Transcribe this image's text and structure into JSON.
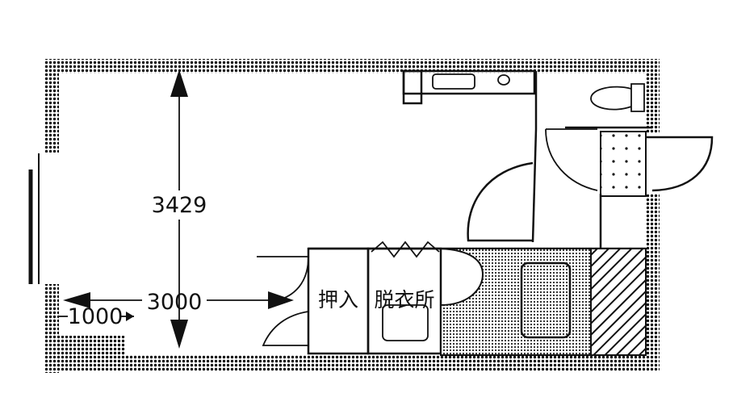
{
  "dimensions": {
    "depth": "3429",
    "width": "3000",
    "opening": "1000"
  },
  "labels": {
    "closet": "押入",
    "dressing_room": "脱衣所"
  },
  "colors": {
    "ink": "#111111",
    "paper": "#ffffff"
  }
}
